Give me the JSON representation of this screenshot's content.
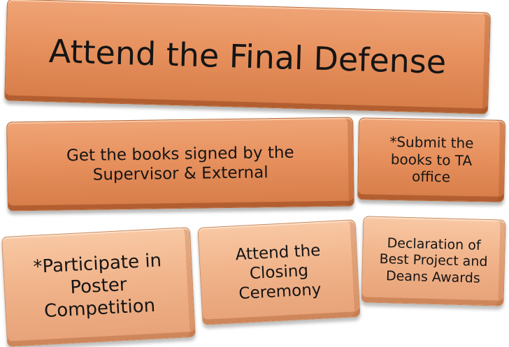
{
  "diagram": {
    "title_block": {
      "text": "Attend the Final Defense"
    },
    "steps": [
      {
        "text": "Get the books signed by the Supervisor & External"
      },
      {
        "text": "*Submit the books to TA office"
      },
      {
        "text": "*Participate in Poster Competition"
      },
      {
        "text": "Attend the Closing Ceremony"
      },
      {
        "text": "Declaration of Best Project and Deans Awards"
      }
    ],
    "colors": {
      "primary_block": "#e7915e",
      "secondary_block": "#f1b48b",
      "text": "#151515"
    }
  }
}
